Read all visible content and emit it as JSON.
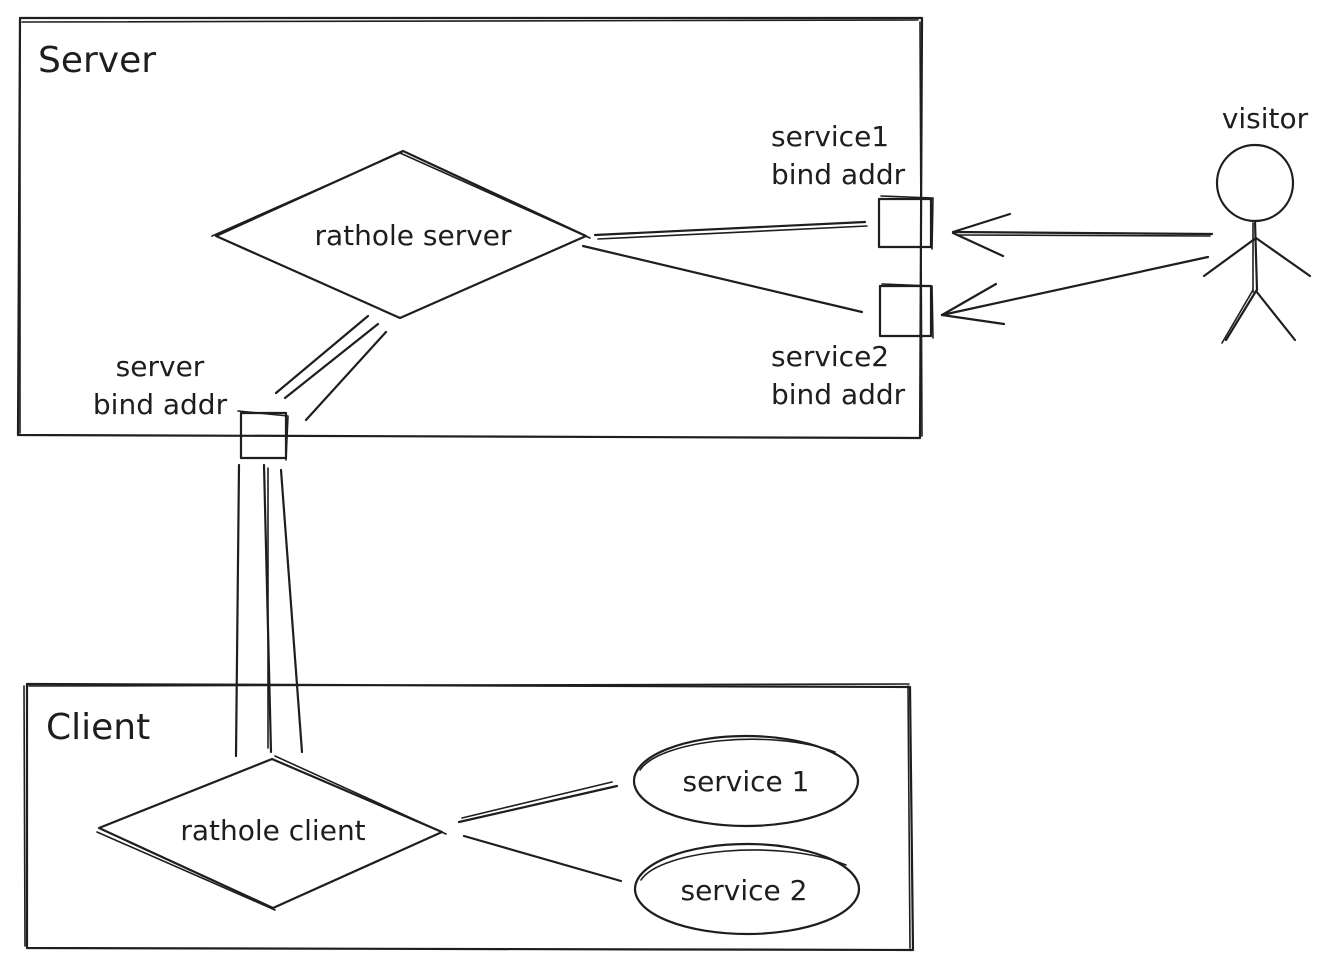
{
  "server_box": {
    "title": "Server"
  },
  "client_box": {
    "title": "Client"
  },
  "rathole_server": {
    "label": "rathole server"
  },
  "rathole_client": {
    "label": "rathole client"
  },
  "server_bind": {
    "line1": "server",
    "line2": "bind addr"
  },
  "service1_bind": {
    "line1": "service1",
    "line2": "bind addr"
  },
  "service2_bind": {
    "line1": "service2",
    "line2": "bind addr"
  },
  "visitor": {
    "label": "visitor"
  },
  "services": [
    {
      "label": "service 1"
    },
    {
      "label": "service 2"
    }
  ]
}
